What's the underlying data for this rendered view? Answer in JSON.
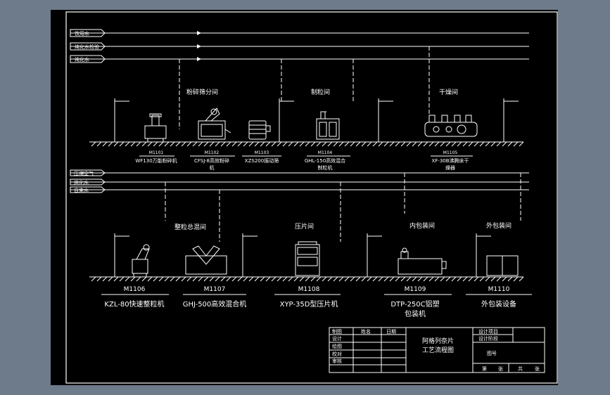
{
  "pipes_top": [
    "饮用水",
    "纯化水检验",
    "纯化水"
  ],
  "pipes_bottom": [
    "压缩空气",
    "纯化水",
    "自来水"
  ],
  "rooms": {
    "crush": "粉碎筛分间",
    "granulate": "制粒间",
    "dry": "干燥间",
    "mix": "整粒总混间",
    "press": "压片间",
    "inner_pack": "内包装间",
    "outer_pack": "外包装间"
  },
  "equipment_top": [
    {
      "code": "M1101",
      "name": [
        "WF130万能粉碎机"
      ]
    },
    {
      "code": "M1102",
      "name": [
        "CFSJ-8高效粉碎",
        "机"
      ]
    },
    {
      "code": "M1103",
      "name": [
        "XZS200振动筛"
      ]
    },
    {
      "code": "M1104",
      "name": [
        "GHL-150高效混合",
        "制粒机"
      ]
    },
    {
      "code": "M1105",
      "name": [
        "XF-30B沸腾床干",
        "燥器"
      ]
    }
  ],
  "equipment_bottom": [
    {
      "code": "M1106",
      "name": [
        "KZL-80快速整粒机"
      ]
    },
    {
      "code": "M1107",
      "name": [
        "GHJ-500高效混合机"
      ]
    },
    {
      "code": "M1108",
      "name": [
        "XYP-35D型压片机"
      ]
    },
    {
      "code": "M1109",
      "name": [
        "DTP-250C铝塑",
        "包装机"
      ]
    },
    {
      "code": "M1110",
      "name": [
        "外包装设备"
      ]
    }
  ],
  "title_block": {
    "roles": [
      "制图",
      "设计",
      "绘图",
      "校对",
      "审核"
    ],
    "col_headers": [
      "姓名",
      "日期"
    ],
    "drawing_title": [
      "阿格列奈片",
      "工艺流程图"
    ],
    "right_labels": [
      "设计项目",
      "设计阶段"
    ],
    "drawing_no": "图号",
    "sheet": "第",
    "sheet_unit": "张",
    "total": "共",
    "total_unit": "张"
  }
}
